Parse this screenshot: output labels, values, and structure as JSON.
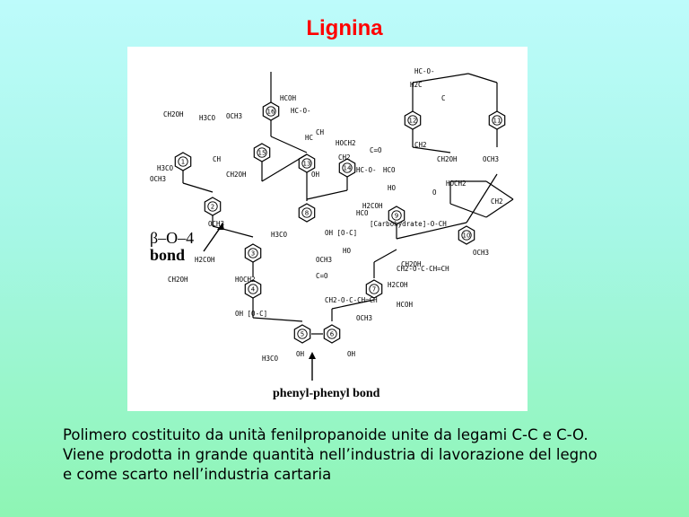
{
  "title": "Lignina",
  "figure": {
    "beta_label": "β–O–4",
    "bond_label": "bond",
    "phenyl_label": "phenyl-phenyl bond",
    "groups": [
      "CH2OH",
      "H3CO",
      "OCH3",
      "HCOH",
      "HC-O-",
      "CH",
      "HC",
      "CH2",
      "HOCH2",
      "OH",
      "C=O",
      "HCO",
      "HO",
      "H2COH",
      "[Carbohydrate]-O-CH",
      "OH [O-C]",
      "CH2-O-C-CH=CH",
      "HC-O-",
      "H2C",
      "C",
      "O"
    ],
    "ring_numbers": [
      "1",
      "2",
      "3",
      "4",
      "5",
      "6",
      "7",
      "8",
      "9",
      "10",
      "11",
      "12",
      "13",
      "14",
      "15",
      "16"
    ]
  },
  "caption": {
    "line1": "Polimero costituito da unità fenilpropanoide unite da legami C-C e C-O.",
    "line2": "Viene prodotta in grande quantità nell’industria di lavorazione del legno",
    "line3": "e come scarto nell’industria cartaria"
  },
  "colors": {
    "title": "#ff0000",
    "figure_bg": "#ffffff"
  }
}
